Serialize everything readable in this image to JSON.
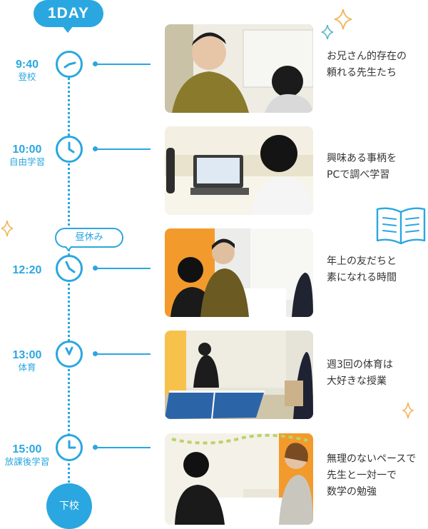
{
  "header": {
    "badge": "1DAY"
  },
  "colors": {
    "accent": "#2aa7e0",
    "spark_orange": "#f2b35a",
    "spark_teal": "#5ab7c8"
  },
  "schedule": [
    {
      "time": "9:40",
      "label": "登校",
      "caption": [
        "お兄さん的存在の",
        "頼れる先生たち"
      ],
      "clock_icon": "clock-icon"
    },
    {
      "time": "10:00",
      "label": "自由学習",
      "caption": [
        "興味ある事柄を",
        "PCで調べ学習"
      ],
      "clock_icon": "clock-icon"
    },
    {
      "time": "12:20",
      "label": "",
      "caption": [
        "年上の友だちと",
        "素になれる時間"
      ],
      "clock_icon": "clock-icon"
    },
    {
      "time": "13:00",
      "label": "体育",
      "caption": [
        "週3回の体育は",
        "大好きな授業"
      ],
      "clock_icon": "clock-icon"
    },
    {
      "time": "15:00",
      "label": "放課後学習",
      "caption": [
        "無理のないペースで",
        "先生と一対一で",
        "数学の勉強"
      ],
      "clock_icon": "clock-icon"
    }
  ],
  "lunch_bubble": "昼休み",
  "end_label": "下校",
  "decorations": [
    "sparkle-icon",
    "book-icon"
  ]
}
